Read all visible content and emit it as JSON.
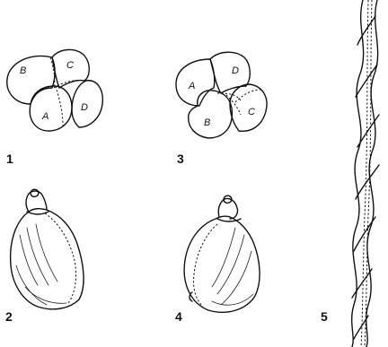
{
  "panels": [
    {
      "number": "1",
      "cells": {
        "a": "A",
        "b": "B",
        "c": "C",
        "d": "D"
      }
    },
    {
      "number": "2"
    },
    {
      "number": "3",
      "cells": {
        "a": "A",
        "b": "B",
        "c": "C",
        "d": "D"
      }
    },
    {
      "number": "4"
    },
    {
      "number": "5"
    }
  ]
}
